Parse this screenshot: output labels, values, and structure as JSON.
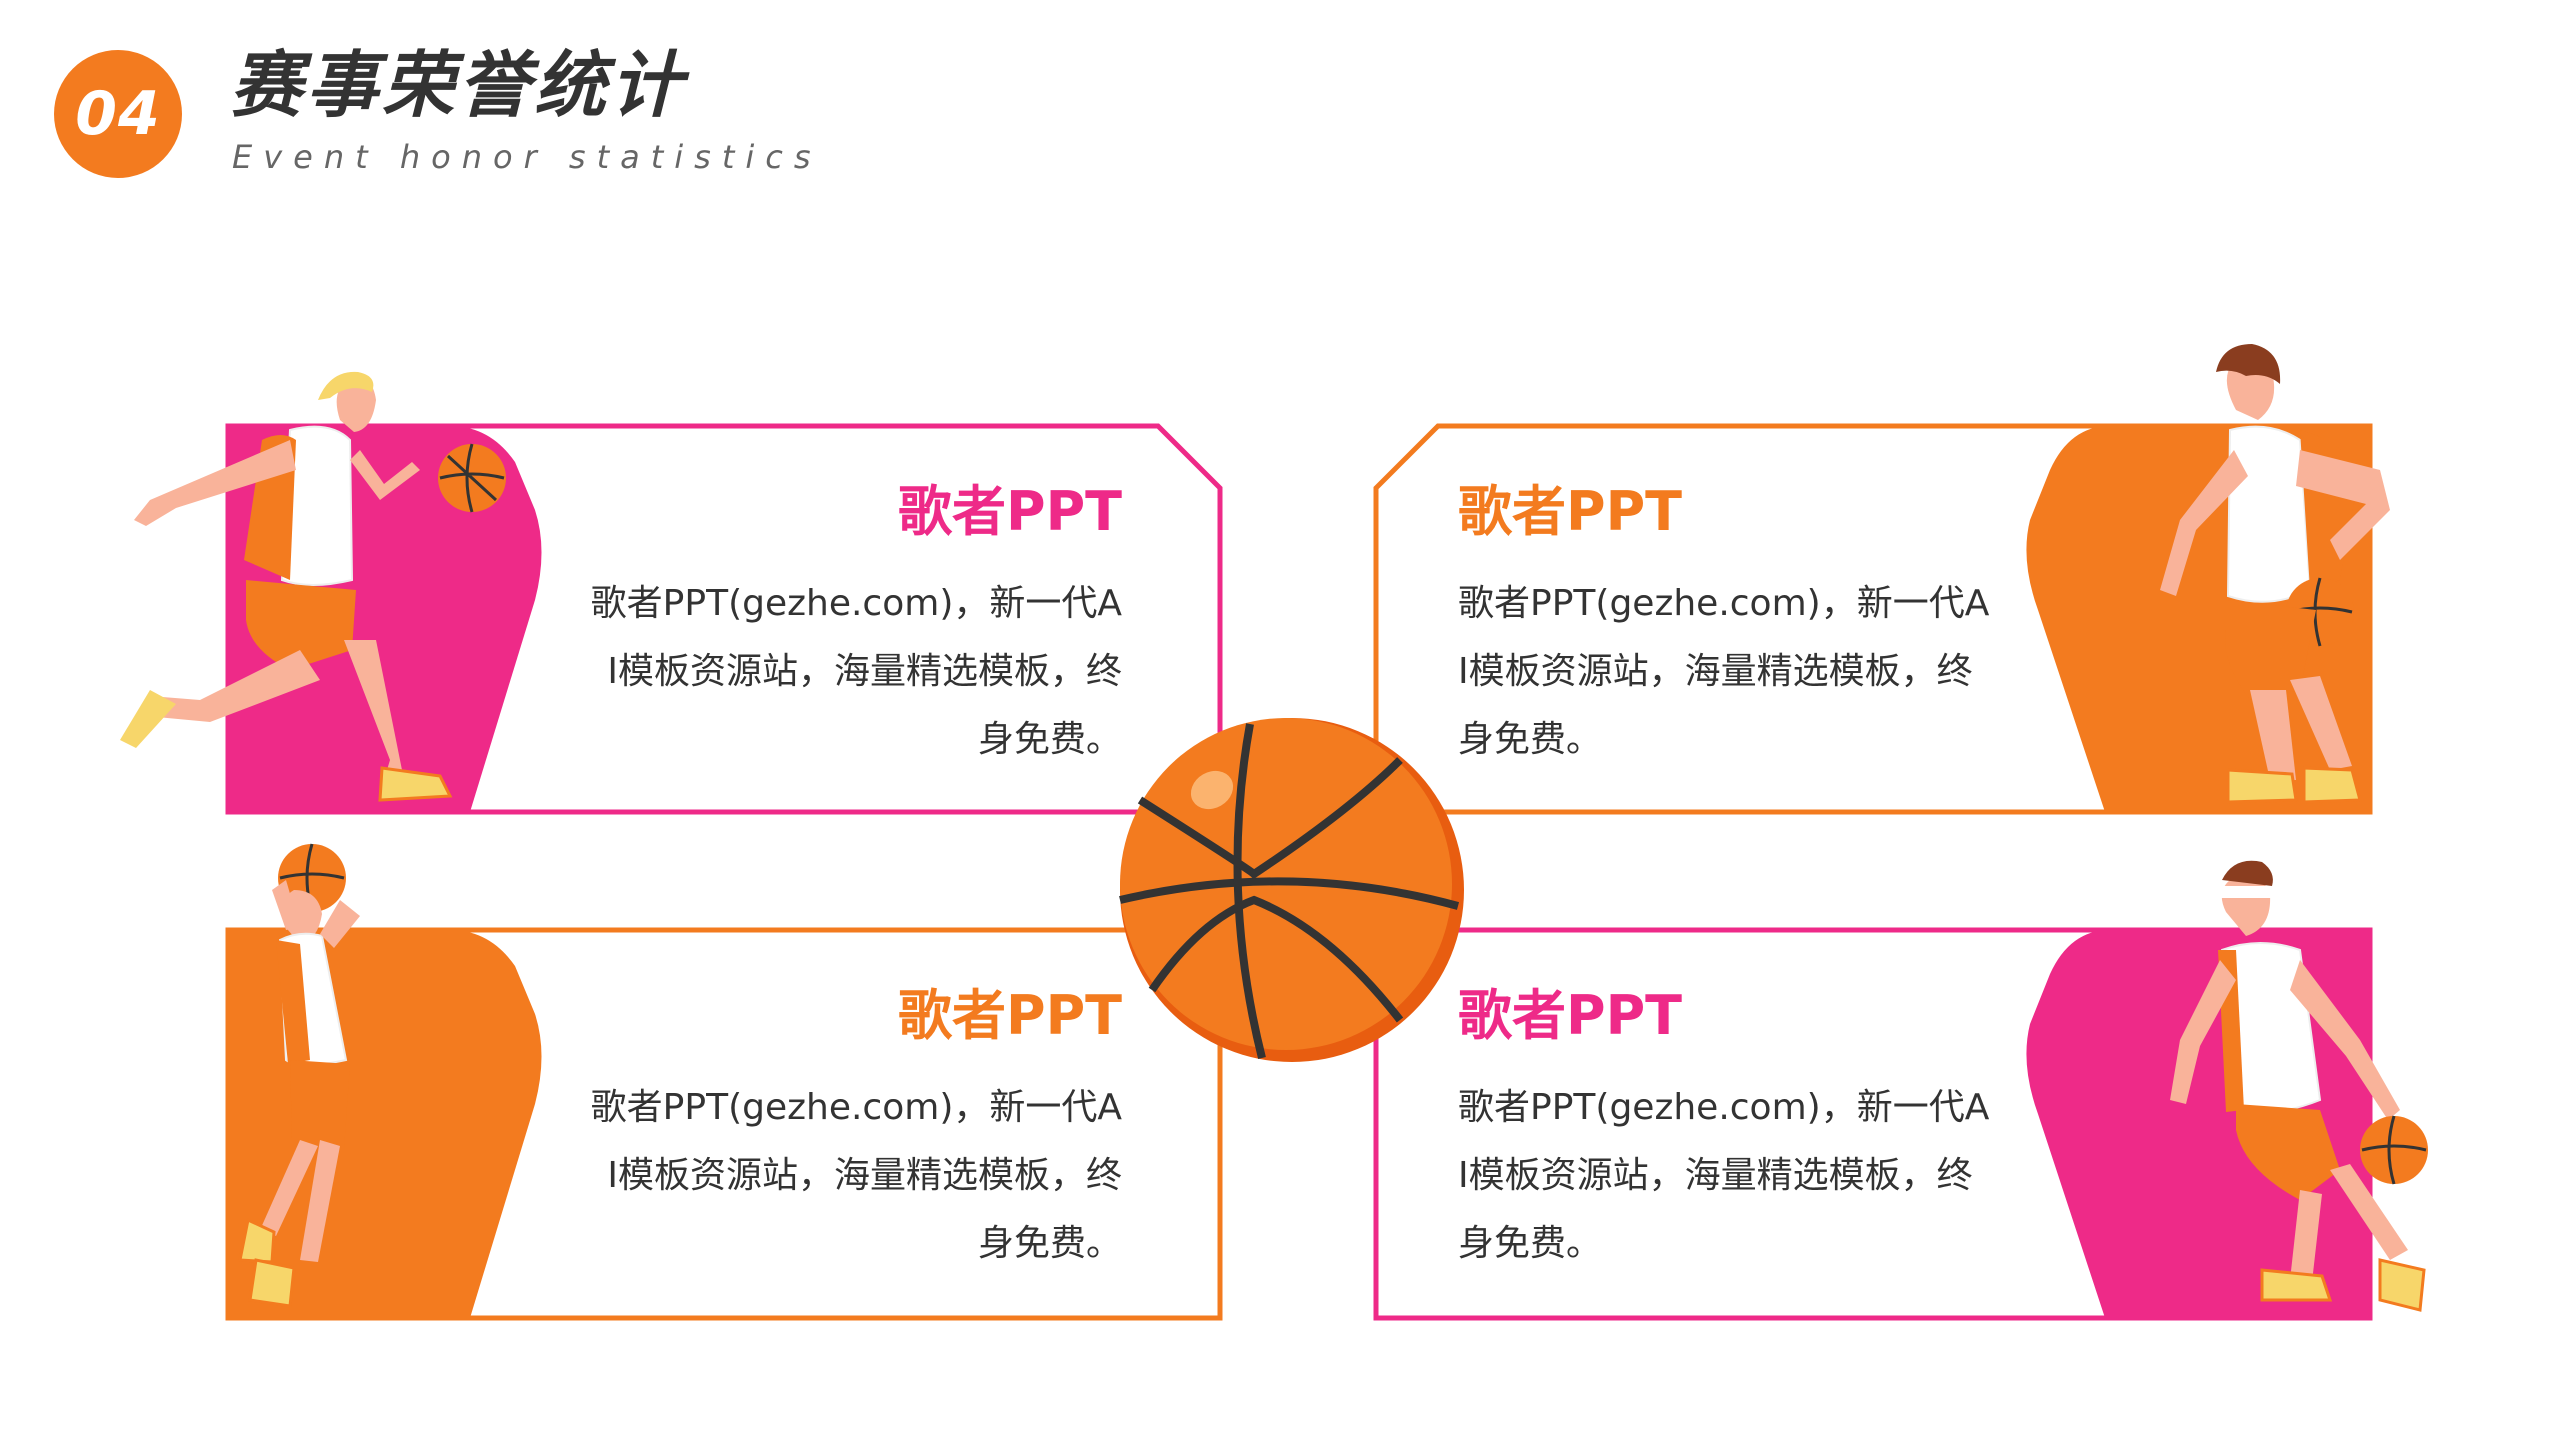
{
  "header": {
    "number": "04",
    "title": "赛事荣誉统计",
    "subtitle": "Event honor statistics"
  },
  "colors": {
    "orange": "#f37b1f",
    "pink": "#ee2a88",
    "text": "#333333"
  },
  "cards": [
    {
      "heading": "歌者PPT",
      "body": "歌者PPT(gezhe.com)，新一代AI模板资源站，海量精选模板，终身免费。",
      "accent": "#ee2a88"
    },
    {
      "heading": "歌者PPT",
      "body": "歌者PPT(gezhe.com)，新一代AI模板资源站，海量精选模板，终身免费。",
      "accent": "#f37b1f"
    },
    {
      "heading": "歌者PPT",
      "body": "歌者PPT(gezhe.com)，新一代AI模板资源站，海量精选模板，终身免费。",
      "accent": "#f37b1f"
    },
    {
      "heading": "歌者PPT",
      "body": "歌者PPT(gezhe.com)，新一代AI模板资源站，海量精选模板，终身免费。",
      "accent": "#ee2a88"
    }
  ]
}
